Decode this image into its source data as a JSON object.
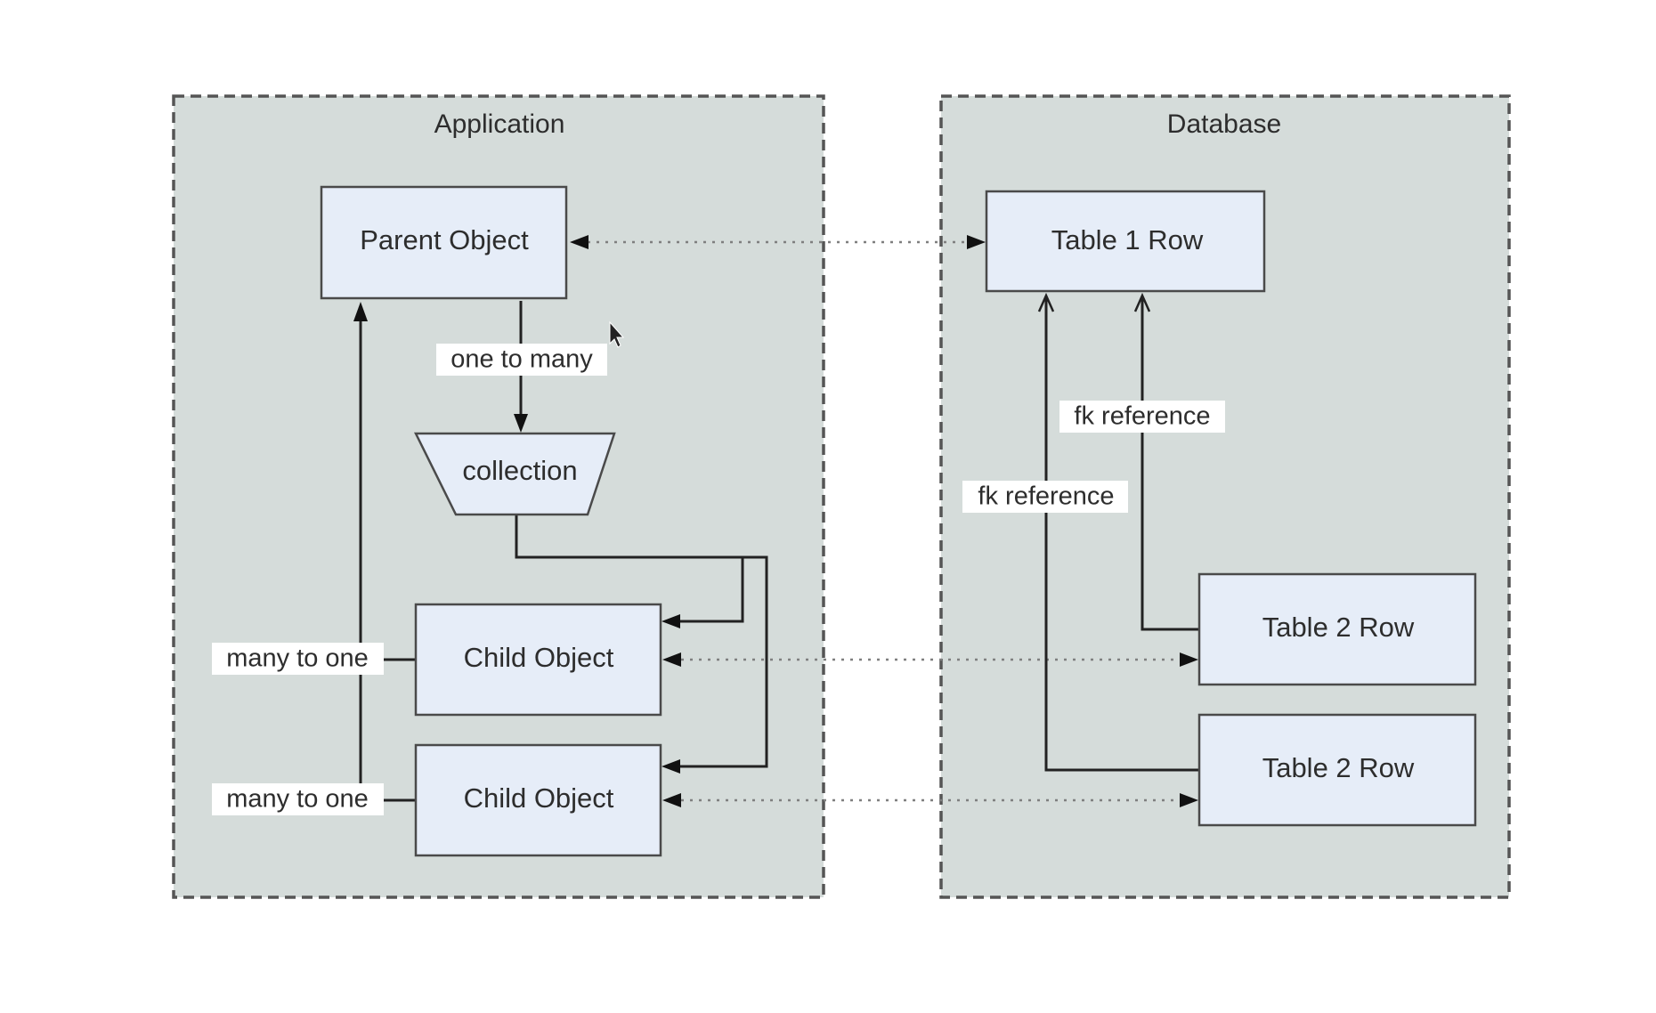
{
  "groups": {
    "application": {
      "label": "Application"
    },
    "database": {
      "label": "Database"
    }
  },
  "nodes": {
    "parent_object": "Parent Object",
    "collection": "collection",
    "child_object_1": "Child Object",
    "child_object_2": "Child Object",
    "table1_row": "Table 1 Row",
    "table2_row_1": "Table 2 Row",
    "table2_row_2": "Table 2 Row"
  },
  "edge_labels": {
    "one_to_many": "one to many",
    "many_to_one_1": "many to one",
    "many_to_one_2": "many to one",
    "fk_reference_1": "fk reference",
    "fk_reference_2": "fk reference"
  },
  "colors": {
    "group_fill": "#d5dcda",
    "group_border": "#555555",
    "node_fill": "#e6edf8",
    "node_border": "#4a4a4a",
    "connector": "#222222",
    "dotted_connector": "#7f7f7f"
  },
  "icons": {
    "pointer": "mouse-cursor-icon"
  }
}
